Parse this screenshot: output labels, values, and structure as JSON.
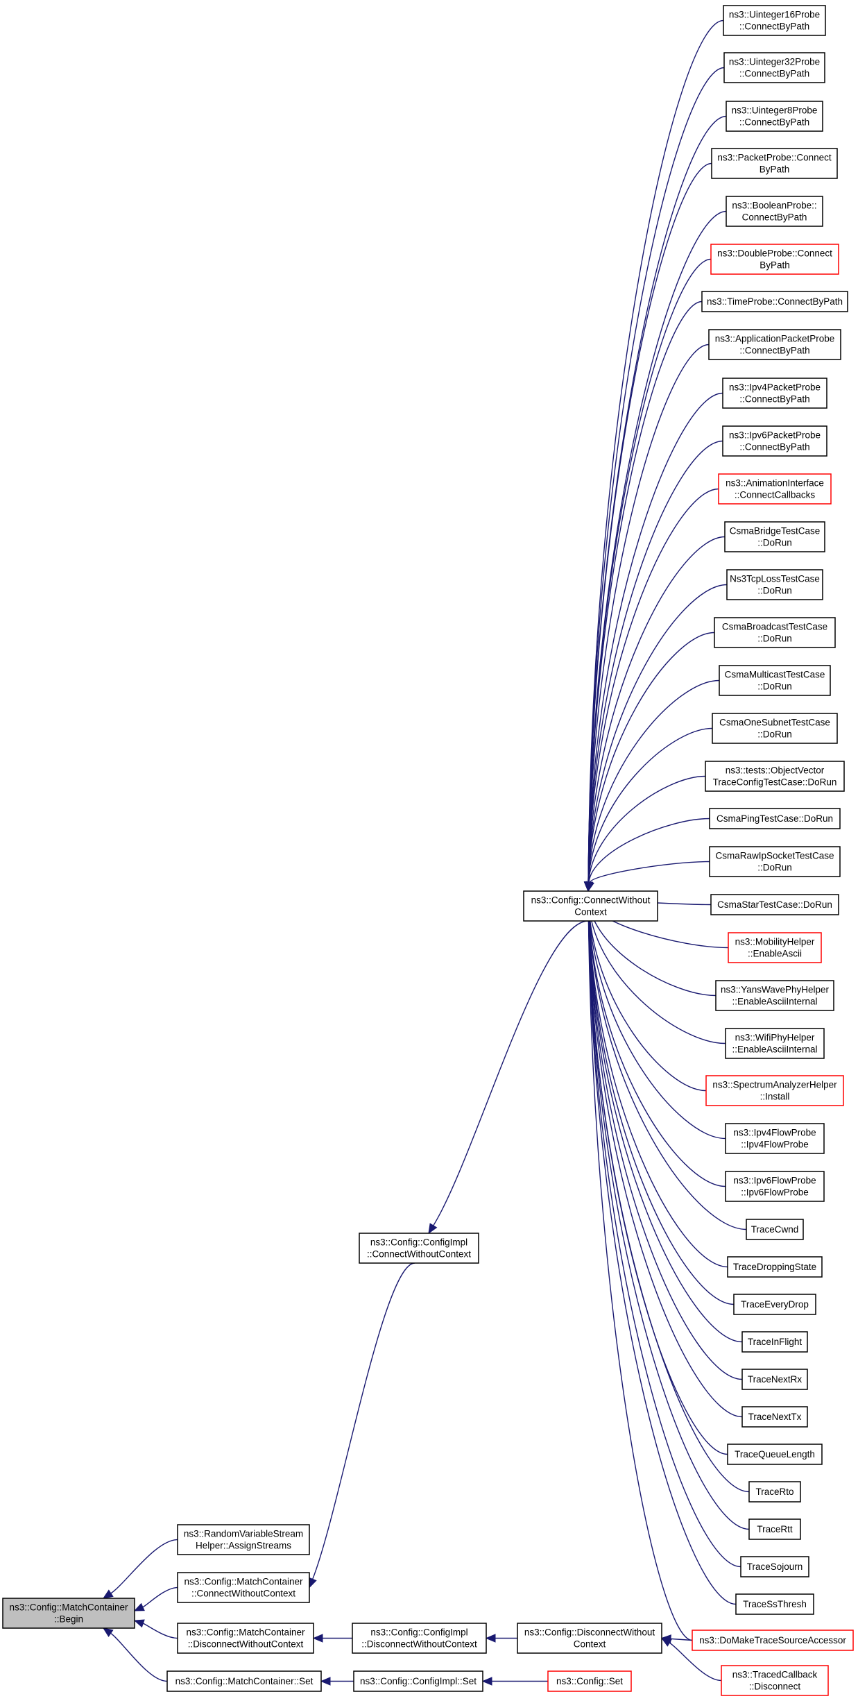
{
  "diagram": {
    "colors": {
      "edge": "#191970",
      "border": "#000000",
      "broken_link": "#ff0000",
      "focus_fill": "#bfbfbf"
    },
    "nodes": [
      {
        "id": "u16",
        "lines": [
          "ns3::Uinteger16Probe",
          "::ConnectByPath"
        ],
        "link": "ok"
      },
      {
        "id": "u32",
        "lines": [
          "ns3::Uinteger32Probe",
          "::ConnectByPath"
        ],
        "link": "ok"
      },
      {
        "id": "u8",
        "lines": [
          "ns3::Uinteger8Probe",
          "::ConnectByPath"
        ],
        "link": "ok"
      },
      {
        "id": "packet",
        "lines": [
          "ns3::PacketProbe::Connect",
          "ByPath"
        ],
        "link": "ok"
      },
      {
        "id": "boolean",
        "lines": [
          "ns3::BooleanProbe::",
          "ConnectByPath"
        ],
        "link": "ok"
      },
      {
        "id": "double",
        "lines": [
          "ns3::DoubleProbe::Connect",
          "ByPath"
        ],
        "link": "broken"
      },
      {
        "id": "time",
        "lines": [
          "ns3::TimeProbe::ConnectByPath"
        ],
        "link": "ok"
      },
      {
        "id": "apppacket",
        "lines": [
          "ns3::ApplicationPacketProbe",
          "::ConnectByPath"
        ],
        "link": "ok"
      },
      {
        "id": "ipv4packet",
        "lines": [
          "ns3::Ipv4PacketProbe",
          "::ConnectByPath"
        ],
        "link": "ok"
      },
      {
        "id": "ipv6packet",
        "lines": [
          "ns3::Ipv6PacketProbe",
          "::ConnectByPath"
        ],
        "link": "ok"
      },
      {
        "id": "anim",
        "lines": [
          "ns3::AnimationInterface",
          "::ConnectCallbacks"
        ],
        "link": "broken"
      },
      {
        "id": "csmabridge",
        "lines": [
          "CsmaBridgeTestCase",
          "::DoRun"
        ],
        "link": "ok"
      },
      {
        "id": "ns3tcp",
        "lines": [
          "Ns3TcpLossTestCase",
          "::DoRun"
        ],
        "link": "ok"
      },
      {
        "id": "csmabcast",
        "lines": [
          "CsmaBroadcastTestCase",
          "::DoRun"
        ],
        "link": "ok"
      },
      {
        "id": "csmamcast",
        "lines": [
          "CsmaMulticastTestCase",
          "::DoRun"
        ],
        "link": "ok"
      },
      {
        "id": "csmaone",
        "lines": [
          "CsmaOneSubnetTestCase",
          "::DoRun"
        ],
        "link": "ok"
      },
      {
        "id": "objvector",
        "lines": [
          "ns3::tests::ObjectVector",
          "TraceConfigTestCase::DoRun"
        ],
        "link": "ok"
      },
      {
        "id": "csmaping",
        "lines": [
          "CsmaPingTestCase::DoRun"
        ],
        "link": "ok"
      },
      {
        "id": "csmaraw",
        "lines": [
          "CsmaRawIpSocketTestCase",
          "::DoRun"
        ],
        "link": "ok"
      },
      {
        "id": "csmastar",
        "lines": [
          "CsmaStarTestCase::DoRun"
        ],
        "link": "ok"
      },
      {
        "id": "mobility",
        "lines": [
          "ns3::MobilityHelper",
          "::EnableAscii"
        ],
        "link": "broken"
      },
      {
        "id": "yans",
        "lines": [
          "ns3::YansWavePhyHelper",
          "::EnableAsciiInternal"
        ],
        "link": "ok"
      },
      {
        "id": "wifiphy",
        "lines": [
          "ns3::WifiPhyHelper",
          "::EnableAsciiInternal"
        ],
        "link": "ok"
      },
      {
        "id": "spectrum",
        "lines": [
          "ns3::SpectrumAnalyzerHelper",
          "::Install"
        ],
        "link": "broken"
      },
      {
        "id": "ipv4flow",
        "lines": [
          "ns3::Ipv4FlowProbe",
          "::Ipv4FlowProbe"
        ],
        "link": "ok"
      },
      {
        "id": "ipv6flow",
        "lines": [
          "ns3::Ipv6FlowProbe",
          "::Ipv6FlowProbe"
        ],
        "link": "ok"
      },
      {
        "id": "cwnd",
        "lines": [
          "TraceCwnd"
        ],
        "link": "ok"
      },
      {
        "id": "dropstate",
        "lines": [
          "TraceDroppingState"
        ],
        "link": "ok"
      },
      {
        "id": "everydrop",
        "lines": [
          "TraceEveryDrop"
        ],
        "link": "ok"
      },
      {
        "id": "inflight",
        "lines": [
          "TraceInFlight"
        ],
        "link": "ok"
      },
      {
        "id": "nextrx",
        "lines": [
          "TraceNextRx"
        ],
        "link": "ok"
      },
      {
        "id": "nexttx",
        "lines": [
          "TraceNextTx"
        ],
        "link": "ok"
      },
      {
        "id": "queuelen",
        "lines": [
          "TraceQueueLength"
        ],
        "link": "ok"
      },
      {
        "id": "rto",
        "lines": [
          "TraceRto"
        ],
        "link": "ok"
      },
      {
        "id": "rtt",
        "lines": [
          "TraceRtt"
        ],
        "link": "ok"
      },
      {
        "id": "sojourn",
        "lines": [
          "TraceSojourn"
        ],
        "link": "ok"
      },
      {
        "id": "ssthresh",
        "lines": [
          "TraceSsThresh"
        ],
        "link": "ok"
      },
      {
        "id": "domake",
        "lines": [
          "ns3::DoMakeTraceSourceAccessor"
        ],
        "link": "broken"
      },
      {
        "id": "tracedcb",
        "lines": [
          "ns3::TracedCallback",
          "::Disconnect"
        ],
        "link": "broken"
      },
      {
        "id": "connwo",
        "lines": [
          "ns3::Config::ConnectWithout",
          "Context"
        ],
        "link": "ok"
      },
      {
        "id": "disconnwo",
        "lines": [
          "ns3::Config::DisconnectWithout",
          "Context"
        ],
        "link": "ok"
      },
      {
        "id": "cfgset",
        "lines": [
          "ns3::Config::Set"
        ],
        "link": "broken"
      },
      {
        "id": "implconn",
        "lines": [
          "ns3::Config::ConfigImpl",
          "::ConnectWithoutContext"
        ],
        "link": "ok"
      },
      {
        "id": "impldisc",
        "lines": [
          "ns3::Config::ConfigImpl",
          "::DisconnectWithoutContext"
        ],
        "link": "ok"
      },
      {
        "id": "implset",
        "lines": [
          "ns3::Config::ConfigImpl::Set"
        ],
        "link": "ok"
      },
      {
        "id": "rvs",
        "lines": [
          "ns3::RandomVariableStream",
          "Helper::AssignStreams"
        ],
        "link": "ok"
      },
      {
        "id": "mcconn",
        "lines": [
          "ns3::Config::MatchContainer",
          "::ConnectWithoutContext"
        ],
        "link": "ok"
      },
      {
        "id": "mcdisc",
        "lines": [
          "ns3::Config::MatchContainer",
          "::DisconnectWithoutContext"
        ],
        "link": "ok"
      },
      {
        "id": "mcset",
        "lines": [
          "ns3::Config::MatchContainer::Set"
        ],
        "link": "ok"
      },
      {
        "id": "begin",
        "lines": [
          "ns3::Config::MatchContainer",
          "::Begin"
        ],
        "link": "focus"
      }
    ],
    "edges": [
      [
        "connwo",
        "u16"
      ],
      [
        "connwo",
        "u32"
      ],
      [
        "connwo",
        "u8"
      ],
      [
        "connwo",
        "packet"
      ],
      [
        "connwo",
        "boolean"
      ],
      [
        "connwo",
        "double"
      ],
      [
        "connwo",
        "time"
      ],
      [
        "connwo",
        "apppacket"
      ],
      [
        "connwo",
        "ipv4packet"
      ],
      [
        "connwo",
        "ipv6packet"
      ],
      [
        "connwo",
        "anim"
      ],
      [
        "connwo",
        "csmabridge"
      ],
      [
        "connwo",
        "ns3tcp"
      ],
      [
        "connwo",
        "csmabcast"
      ],
      [
        "connwo",
        "csmamcast"
      ],
      [
        "connwo",
        "csmaone"
      ],
      [
        "connwo",
        "objvector"
      ],
      [
        "connwo",
        "csmaping"
      ],
      [
        "connwo",
        "csmaraw"
      ],
      [
        "connwo",
        "csmastar"
      ],
      [
        "connwo",
        "mobility"
      ],
      [
        "connwo",
        "yans"
      ],
      [
        "connwo",
        "wifiphy"
      ],
      [
        "connwo",
        "spectrum"
      ],
      [
        "connwo",
        "ipv4flow"
      ],
      [
        "connwo",
        "ipv6flow"
      ],
      [
        "connwo",
        "cwnd"
      ],
      [
        "connwo",
        "dropstate"
      ],
      [
        "connwo",
        "everydrop"
      ],
      [
        "connwo",
        "inflight"
      ],
      [
        "connwo",
        "nextrx"
      ],
      [
        "connwo",
        "nexttx"
      ],
      [
        "connwo",
        "queuelen"
      ],
      [
        "connwo",
        "rto"
      ],
      [
        "connwo",
        "rtt"
      ],
      [
        "connwo",
        "sojourn"
      ],
      [
        "connwo",
        "ssthresh"
      ],
      [
        "connwo",
        "domake"
      ],
      [
        "disconnwo",
        "domake"
      ],
      [
        "disconnwo",
        "tracedcb"
      ],
      [
        "implconn",
        "connwo"
      ],
      [
        "impldisc",
        "disconnwo"
      ],
      [
        "implset",
        "cfgset"
      ],
      [
        "mcconn",
        "implconn"
      ],
      [
        "mcdisc",
        "impldisc"
      ],
      [
        "mcset",
        "implset"
      ],
      [
        "begin",
        "rvs"
      ],
      [
        "begin",
        "mcconn"
      ],
      [
        "begin",
        "mcdisc"
      ],
      [
        "begin",
        "mcset"
      ]
    ]
  }
}
